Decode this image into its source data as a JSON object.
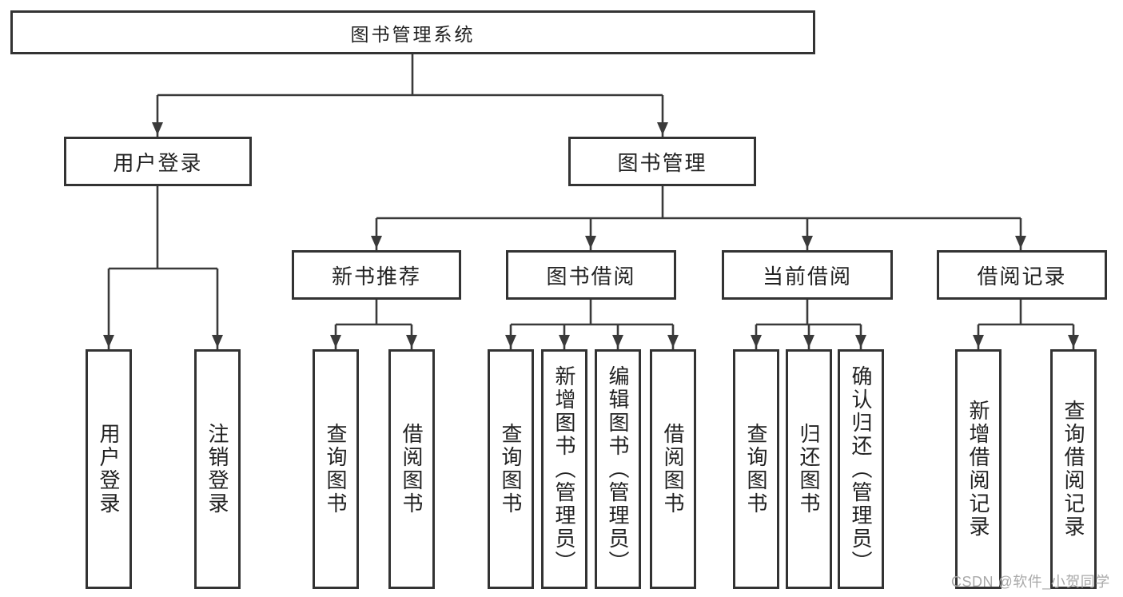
{
  "tree": {
    "root": {
      "label": "图书管理系统"
    },
    "branches": [
      {
        "label": "用户登录",
        "children": [
          {
            "label": "用户登录"
          },
          {
            "label": "注销登录"
          }
        ]
      },
      {
        "label": "图书管理",
        "children": [
          {
            "label": "新书推荐",
            "children": [
              {
                "label": "查询图书"
              },
              {
                "label": "借阅图书"
              }
            ]
          },
          {
            "label": "图书借阅",
            "children": [
              {
                "label": "查询图书"
              },
              {
                "label": "新增图书（管理员）"
              },
              {
                "label": "编辑图书（管理员）"
              },
              {
                "label": "借阅图书"
              }
            ]
          },
          {
            "label": "当前借阅",
            "children": [
              {
                "label": "查询图书"
              },
              {
                "label": "归还图书"
              },
              {
                "label": "确认归还（管理员）"
              }
            ]
          },
          {
            "label": "借阅记录",
            "children": [
              {
                "label": "新增借阅记录"
              },
              {
                "label": "查询借阅记录"
              }
            ]
          }
        ]
      }
    ]
  },
  "watermark": {
    "text": "CSDN @软件_小贺同学"
  },
  "colors": {
    "line": "#3a3a3a",
    "border": "#333333",
    "text": "#222222",
    "watermark_text": "#a9a9a9",
    "background": "#ffffff"
  }
}
